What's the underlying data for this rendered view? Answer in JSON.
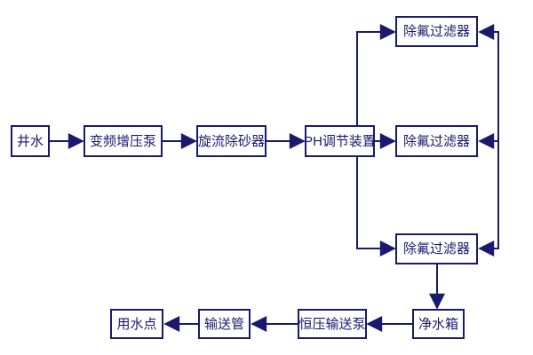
{
  "diagram": {
    "type": "flowchart",
    "colors": {
      "line": "#191970",
      "box_border": "#191970",
      "box_fill": "#ffffff",
      "text": "#191970",
      "background": "#ffffff"
    },
    "nodes": {
      "well": {
        "label": "井水"
      },
      "booster_pump": {
        "label": "变频增压泵"
      },
      "cyclone_desander": {
        "label": "旋流除砂器"
      },
      "ph_adjuster": {
        "label": "PH调节装置"
      },
      "fluoride_filter_top": {
        "label": "除氟过滤器"
      },
      "fluoride_filter_middle": {
        "label": "除氟过滤器"
      },
      "fluoride_filter_bottom": {
        "label": "除氟过滤器"
      },
      "clean_water_tank": {
        "label": "净水箱"
      },
      "constant_pressure_pump": {
        "label": "恒压输送泵"
      },
      "delivery_pipe": {
        "label": "输送管"
      },
      "water_use_point": {
        "label": "用水点"
      }
    },
    "edges": [
      {
        "from": "well",
        "to": "booster_pump"
      },
      {
        "from": "booster_pump",
        "to": "cyclone_desander"
      },
      {
        "from": "cyclone_desander",
        "to": "ph_adjuster"
      },
      {
        "from": "ph_adjuster",
        "to": "fluoride_filter_top"
      },
      {
        "from": "ph_adjuster",
        "to": "fluoride_filter_middle"
      },
      {
        "from": "ph_adjuster",
        "to": "fluoride_filter_bottom"
      },
      {
        "from": "right_manifold",
        "to": "fluoride_filter_top"
      },
      {
        "from": "right_manifold",
        "to": "fluoride_filter_middle"
      },
      {
        "from": "right_manifold",
        "to": "fluoride_filter_bottom"
      },
      {
        "from": "fluoride_filter_bottom",
        "to": "clean_water_tank"
      },
      {
        "from": "clean_water_tank",
        "to": "constant_pressure_pump"
      },
      {
        "from": "constant_pressure_pump",
        "to": "delivery_pipe"
      },
      {
        "from": "delivery_pipe",
        "to": "water_use_point"
      }
    ]
  }
}
